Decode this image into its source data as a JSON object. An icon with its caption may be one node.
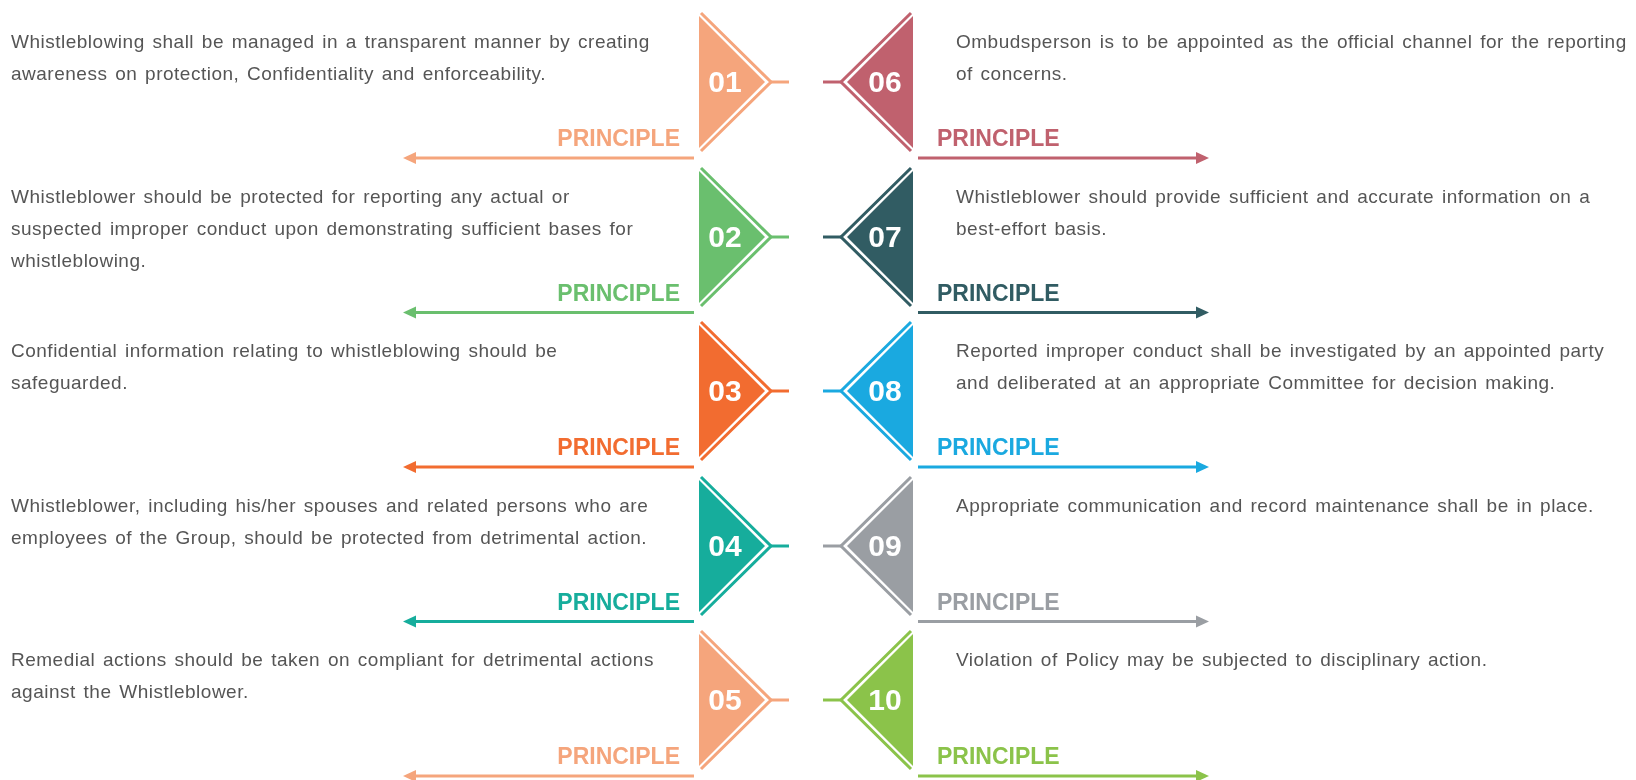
{
  "diagram": {
    "nodes": [
      {
        "text": [
          "01"
        ],
        "beside": [
          "PRINCIPLE",
          "Whistleblowing shall be managed in a transparent manner by creating awareness on protection, Confidentiality and enforceability."
        ]
      },
      {
        "text": [
          "02"
        ],
        "beside": [
          "PRINCIPLE",
          "Whistleblower should be protected for reporting any actual or suspected improper conduct upon demonstrating sufficient bases for whistleblowing."
        ]
      },
      {
        "text": [
          "03"
        ],
        "beside": [
          "PRINCIPLE",
          "Confidential information relating to whistleblowing should be safeguarded."
        ]
      },
      {
        "text": [
          "04"
        ],
        "beside": [
          "PRINCIPLE",
          "Whistleblower, including his/her spouses and related persons who are employees of the Group, should be protected from detrimental action."
        ]
      },
      {
        "text": [
          "05"
        ],
        "beside": [
          "PRINCIPLE",
          "Remedial actions should be taken on compliant for detrimental actions against the Whistleblower."
        ]
      },
      {
        "text": [
          "06"
        ],
        "beside": [
          "PRINCIPLE",
          "Ombudsperson is to be appointed as the official channel for the reporting of concerns."
        ]
      },
      {
        "text": [
          "07"
        ],
        "beside": [
          "PRINCIPLE",
          "Whistleblower should provide sufficient and accurate information on a best-effort basis."
        ]
      },
      {
        "text": [
          "08"
        ],
        "beside": [
          "PRINCIPLE",
          "Reported improper conduct shall be investigated by an appointed party and deliberated at an appropriate Committee for decision making."
        ]
      },
      {
        "text": [
          "09"
        ],
        "beside": [
          "PRINCIPLE",
          "Appropriate communication and record maintenance shall be in place."
        ]
      },
      {
        "text": [
          "10"
        ],
        "beside": [
          "PRINCIPLE",
          "Violation of Policy may be subjected to disciplinary action."
        ]
      }
    ]
  }
}
